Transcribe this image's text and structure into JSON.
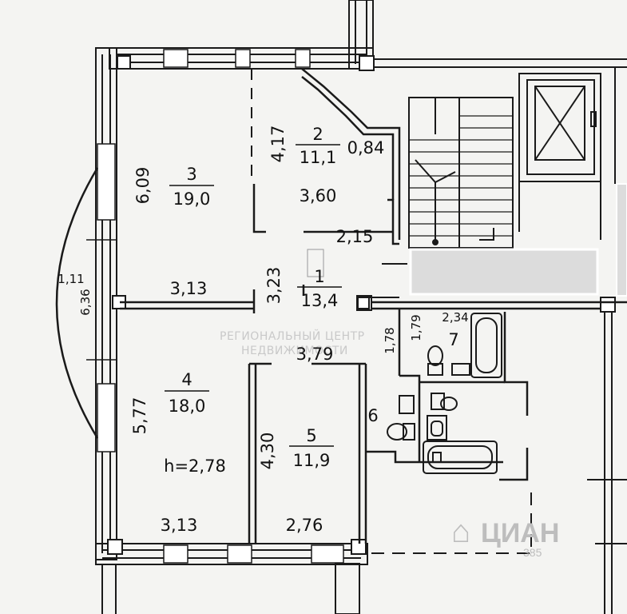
{
  "rooms": [
    {
      "number": "1",
      "area": "13,4"
    },
    {
      "number": "2",
      "area": "11,1"
    },
    {
      "number": "3",
      "area": "19,0"
    },
    {
      "number": "4",
      "area": "18,0"
    },
    {
      "number": "5",
      "area": "11,9"
    },
    {
      "number": "6"
    },
    {
      "number": "7"
    }
  ],
  "dimensions": {
    "room3_height": "6,09",
    "room3_width": "3,13",
    "room3_door_wall": "4,17",
    "room2_small": "0,84",
    "room2_width": "3,60",
    "hall_width": "2,15",
    "hall_height": "3,23",
    "hall_length": "3,79",
    "bay_width": "1,11",
    "bay_length": "6,36",
    "room4_height": "5,77",
    "room4_width": "3,13",
    "room5_height": "4,30",
    "room5_width": "2,76",
    "bath_a": "1,78",
    "bath_b": "1,79",
    "bath_c": "2,34"
  },
  "ceiling_height": "h=2,78",
  "watermark": {
    "line1": "РЕГИОНАЛЬНЫЙ ЦЕНТР",
    "line2": "НЕДВИЖИМОСТИ",
    "site_logo": "ЦИАН",
    "site_number": "385"
  },
  "colors": {
    "wall": "#1a1a1a",
    "background": "#f4f4f2",
    "gray_block": "#dcdcdc"
  }
}
